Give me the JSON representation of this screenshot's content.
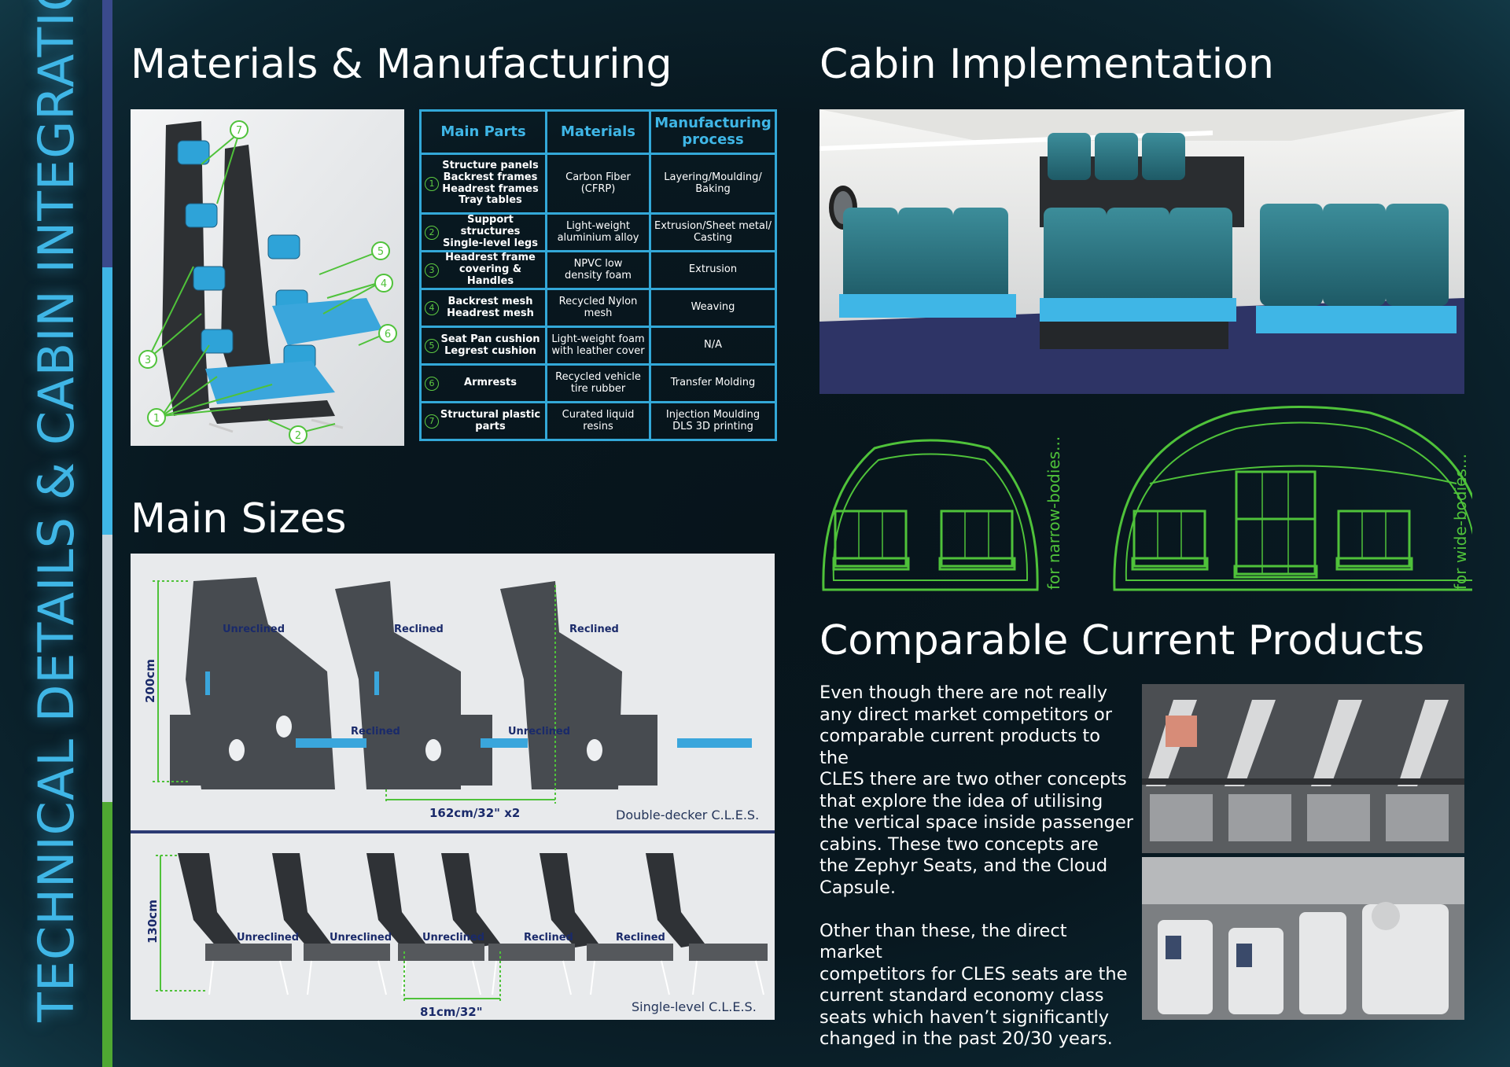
{
  "sidebar": {
    "title": "TECHNICAL DETAILS & CABIN INTEGRATION",
    "colors": [
      "#3a4a8c",
      "#3fb6e6",
      "#c9d4dc",
      "#4fa832"
    ]
  },
  "sections": {
    "materials": "Materials & Manufacturing",
    "cabin": "Cabin Implementation",
    "sizes": "Main Sizes",
    "comparable": "Comparable Current Products"
  },
  "exploded": {
    "callouts": [
      "7",
      "5",
      "4",
      "6",
      "3",
      "1",
      "2"
    ]
  },
  "table": {
    "headers": [
      "Main Parts",
      "Materials",
      "Manufacturing process"
    ],
    "rows": [
      {
        "num": "1",
        "part": "Structure panels\nBackrest frames\nHeadrest frames\nTray tables",
        "material": "Carbon Fiber\n(CFRP)",
        "process": "Layering/Moulding/\nBaking"
      },
      {
        "num": "2",
        "part": "Support structures\nSingle-level legs",
        "material": "Light-weight\naluminium alloy",
        "process": "Extrusion/Sheet metal/\nCasting"
      },
      {
        "num": "3",
        "part": "Headrest frame\ncovering & Handles",
        "material": "NPVC low\ndensity foam",
        "process": "Extrusion"
      },
      {
        "num": "4",
        "part": "Backrest mesh\nHeadrest mesh",
        "material": "Recycled Nylon\nmesh",
        "process": "Weaving"
      },
      {
        "num": "5",
        "part": "Seat Pan cushion\nLegrest cushion",
        "material": "Light-weight foam\nwith leather cover",
        "process": "N/A"
      },
      {
        "num": "6",
        "part": "Armrests",
        "material": "Recycled vehicle\ntire rubber",
        "process": "Transfer Molding"
      },
      {
        "num": "7",
        "part": "Structural plastic\nparts",
        "material": "Curated liquid\nresins",
        "process": "Injection Moulding\nDLS 3D printing"
      }
    ]
  },
  "cross_sections": {
    "narrow": "for narrow-bodies...",
    "wide": "for wide-bodies..."
  },
  "double_decker": {
    "height": "200cm",
    "pitch": "162cm/32\" x2",
    "caption": "Double-decker C.L.E.S.",
    "upper_labels": [
      "Unreclined",
      "Reclined",
      "Reclined"
    ],
    "lower_labels": [
      "Reclined",
      "Unreclined"
    ]
  },
  "single_level": {
    "height": "130cm",
    "pitch": "81cm/32\"",
    "caption": "Single-level C.L.E.S.",
    "labels": [
      "Unreclined",
      "Unreclined",
      "Unreclined",
      "Reclined",
      "Reclined"
    ]
  },
  "comparable_text": "Even though there are not really\nany direct market competitors or\ncomparable current products to the\nCLES there are two other concepts\nthat explore the idea of utilising\nthe vertical space inside passenger\ncabins.  These two concepts are\nthe Zephyr Seats, and the Cloud\nCapsule.\n\nOther than these, the direct market\ncompetitors for CLES seats are the\ncurrent standard  economy class\nseats which haven’t significantly\nchanged in the past 20/30 years."
}
